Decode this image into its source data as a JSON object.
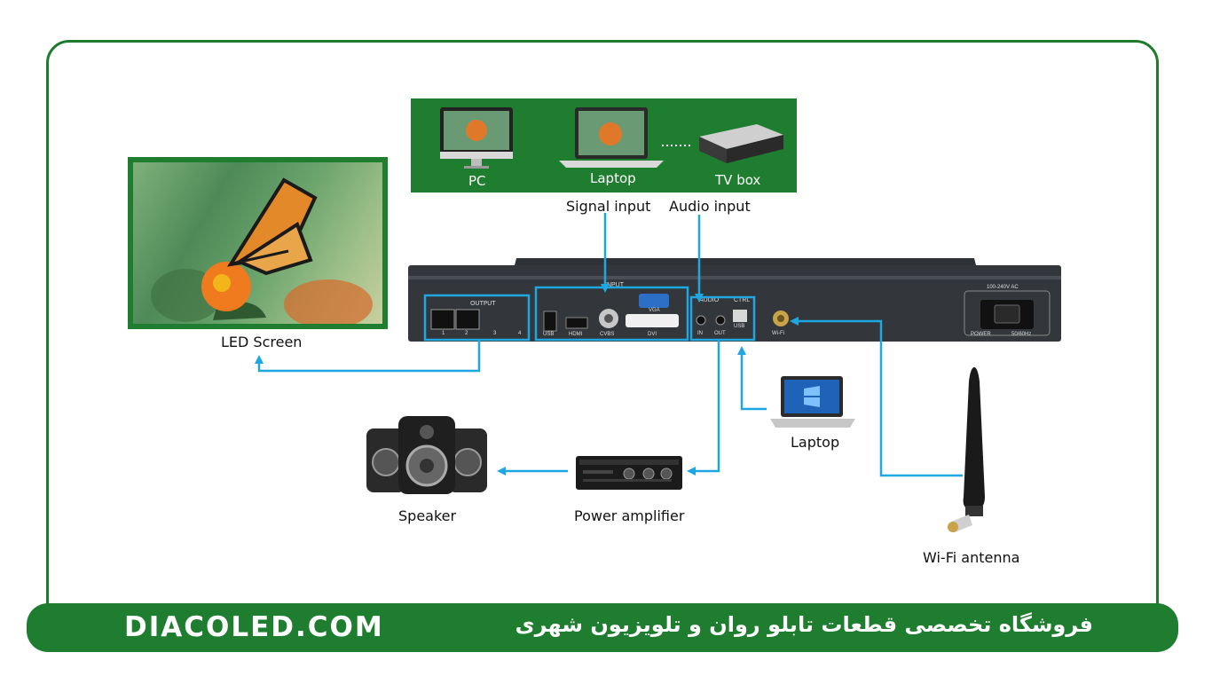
{
  "sources": {
    "pc_label": "PC",
    "laptop_label": "Laptop",
    "tvbox_label": "TV box"
  },
  "labels": {
    "signal_input": "Signal input",
    "audio_input": "Audio input",
    "led_screen": "LED Screen",
    "laptop": "Laptop",
    "speaker": "Speaker",
    "power_amplifier": "Power amplifier",
    "wifi_antenna": "Wi-Fi antenna"
  },
  "device": {
    "output_label": "OUTPUT",
    "output_ports": [
      "1",
      "2",
      "3",
      "4"
    ],
    "input_label": "INPUT",
    "usb_label": "USB",
    "hdmi_label": "HDMI",
    "cvbs_label": "CVBS",
    "vga_label": "VGA",
    "dvi_label": "DVI",
    "audio_label": "AUDIO",
    "audio_in_label": "IN",
    "audio_out_label": "OUT",
    "ctrl_label": "CTRL",
    "ctrl_usb_label": "USB",
    "wifi_label": "Wi-Fi",
    "power_rating": "100-240V AC",
    "power_label": "POWER",
    "frequency": "50/60Hz"
  },
  "footer": {
    "brand": "DIACOLED.COM",
    "tagline": "فروشگاه تخصصی قطعات تابلو روان و تلویزیون شهری"
  },
  "colors": {
    "brand_green": "#1e7d2f",
    "connector_blue": "#1ea7e0"
  }
}
